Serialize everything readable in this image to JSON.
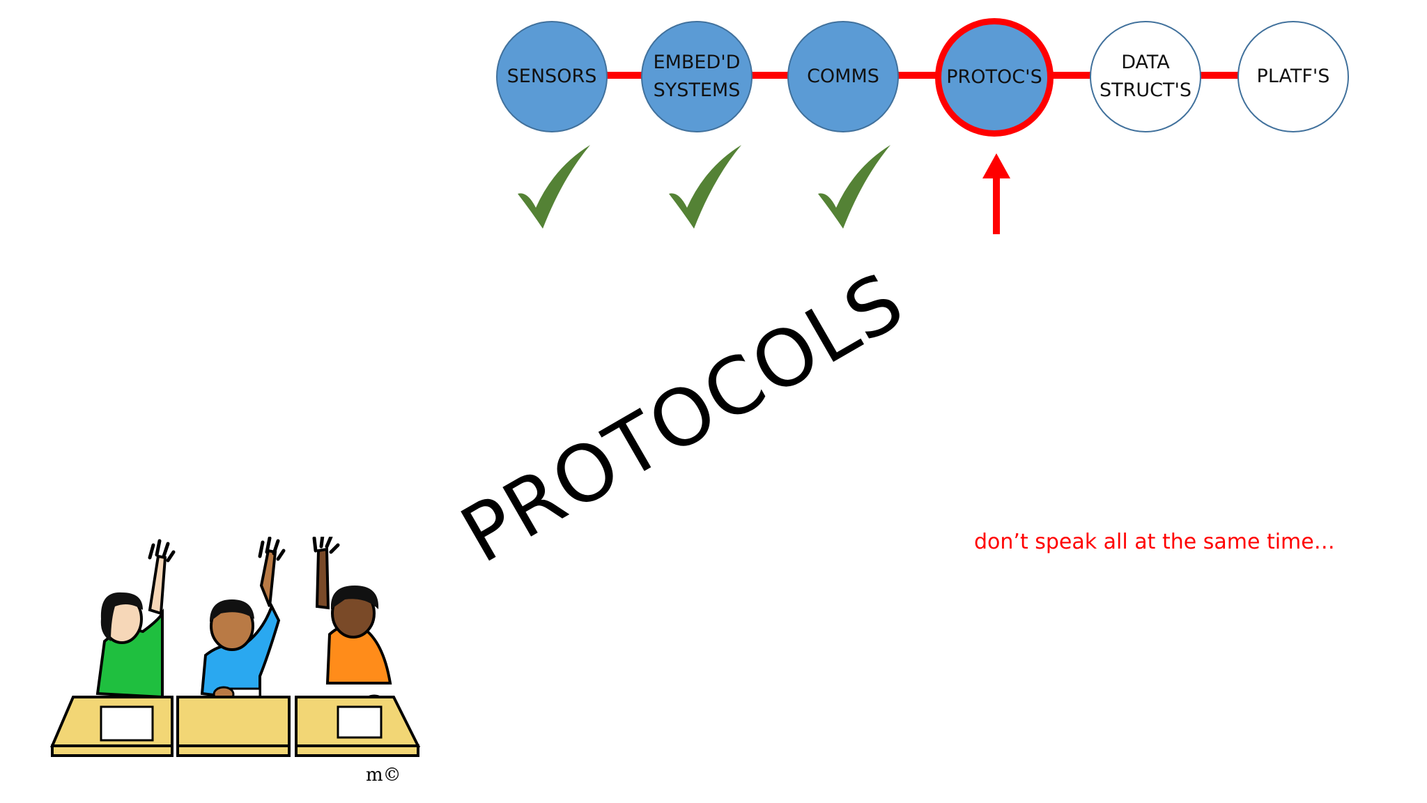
{
  "progress": {
    "line_color": "#ff0000",
    "steps": [
      {
        "label": "SENSORS",
        "status": "done"
      },
      {
        "label": "EMBED'D\nSYSTEMS",
        "status": "done"
      },
      {
        "label": "COMMS",
        "status": "done"
      },
      {
        "label": "PROTOC'S",
        "status": "current"
      },
      {
        "label": "DATA\nSTRUCT'S",
        "status": "todo"
      },
      {
        "label": "PLATF'S",
        "status": "todo"
      }
    ]
  },
  "colors": {
    "done_fill": "#5b9bd5",
    "check": "#548235",
    "current_ring": "#ff0000",
    "pointer_arrow": "#ff0000"
  },
  "title": "PROTOCOLS",
  "note": "don’t speak all at the same time…",
  "illustration": {
    "subject": "three students raising hands at desks",
    "signature": "m©"
  }
}
